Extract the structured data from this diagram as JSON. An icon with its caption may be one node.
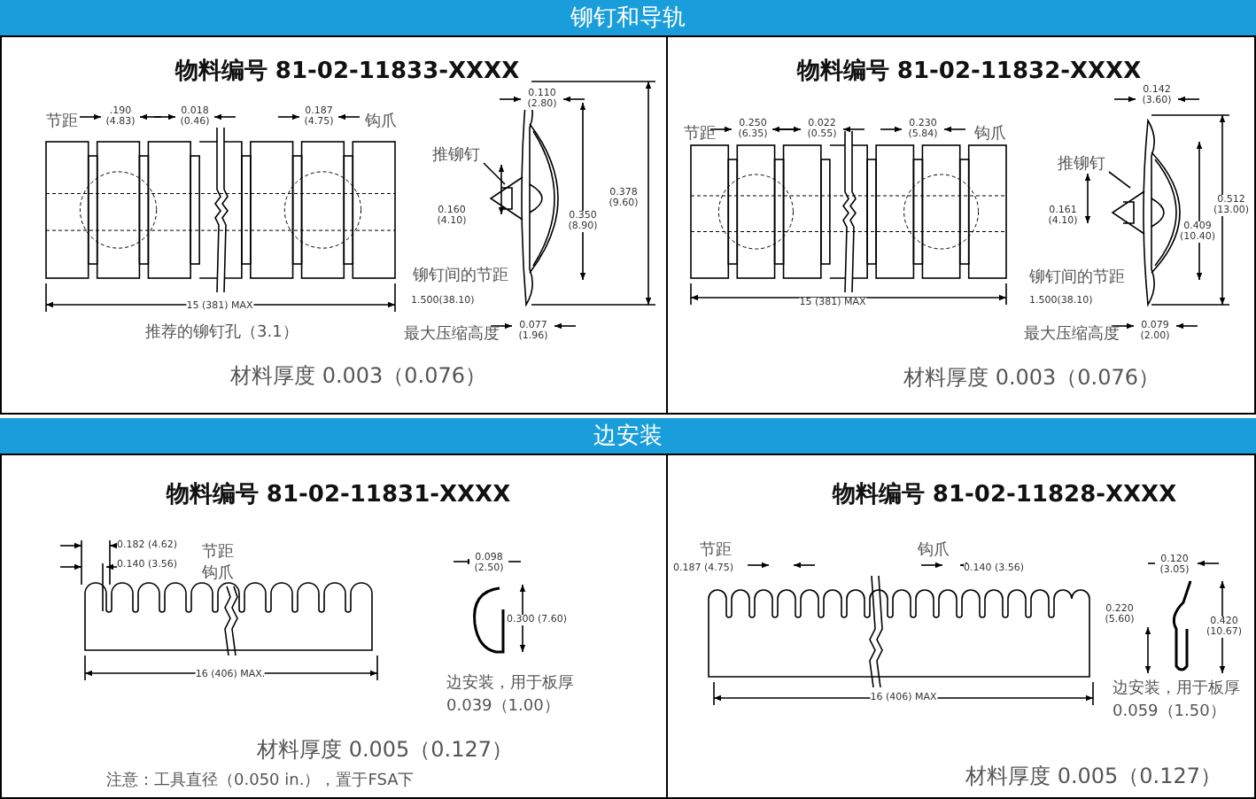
{
  "diagram": {
    "nodes": [
      {
        "text": [
          "铆钉和导轨"
        ]
      },
      {
        "text": [
          "物料编号 81-02-11833-XXXX"
        ]
      },
      {
        "text": [
          "推铆钉"
        ],
        "in": 1
      },
      {
        "text": [
          "物料编号 81-02-11832-XXXX"
        ]
      },
      {
        "text": [
          "推铆钉"
        ],
        "in": 3
      },
      {
        "text": [
          "边安装"
        ]
      },
      {
        "text": [
          "物料编号 81-02-11831-XXXX"
        ]
      },
      {
        "text": [
          "物料编号 81-02-11828-XXXX"
        ]
      }
    ],
    "edges": [
      {
        "from": 2,
        "to": null,
        "arrow": "none"
      },
      {
        "from": 4,
        "to": null,
        "arrow": "none"
      }
    ],
    "labels": [
      "节距",
      ".190 (4.83)",
      "0.018 (0.46)",
      "0.187 (4.75)",
      "钩爪",
      "0.110 (2.80)",
      "0.160 (4.10)",
      "0.350 (8.90)",
      "0.378 (9.60)",
      "铆钉间的节距",
      "15 (381) MAX",
      "1.500(38.10)",
      "推荐的铆钉孔（3.1）",
      "最大压缩高度",
      "0.077 (1.96)",
      "材料厚度 0.003（0.076）",
      "节距",
      "0.250 (6.35)",
      "0.022 (0.55)",
      "0.230 (5.84)",
      "钩爪",
      "0.142 (3.60)",
      "0.161 (4.10)",
      "0.409 (10.40)",
      "0.512 (13.00)",
      "铆钉间的节距",
      "15 (381) MAX",
      "1.500(38.10)",
      "最大压缩高度",
      "0.079 (2.00)",
      "材料厚度 0.003（0.076）",
      "0.182 (4.62)",
      "节距",
      "0.140 (3.56)",
      "钩爪",
      "0.098 (2.50)",
      "0.300 (7.60)",
      "16 (406) MAX.",
      "边安装，用于板厚0.039（1.00）",
      "材料厚度 0.005（0.127）",
      "注意：工具直径（0.050 in.），置于FSA下",
      "节距",
      "0.187 (4.75)",
      "钩爪",
      "0.140 (3.56)",
      "0.120 (3.05)",
      "0.220 (5.60)",
      "0.420 (10.67)",
      "16 (406) MAX",
      "边安装，用于板厚0.059（1.50）",
      "材料厚度 0.005（0.127）"
    ]
  }
}
